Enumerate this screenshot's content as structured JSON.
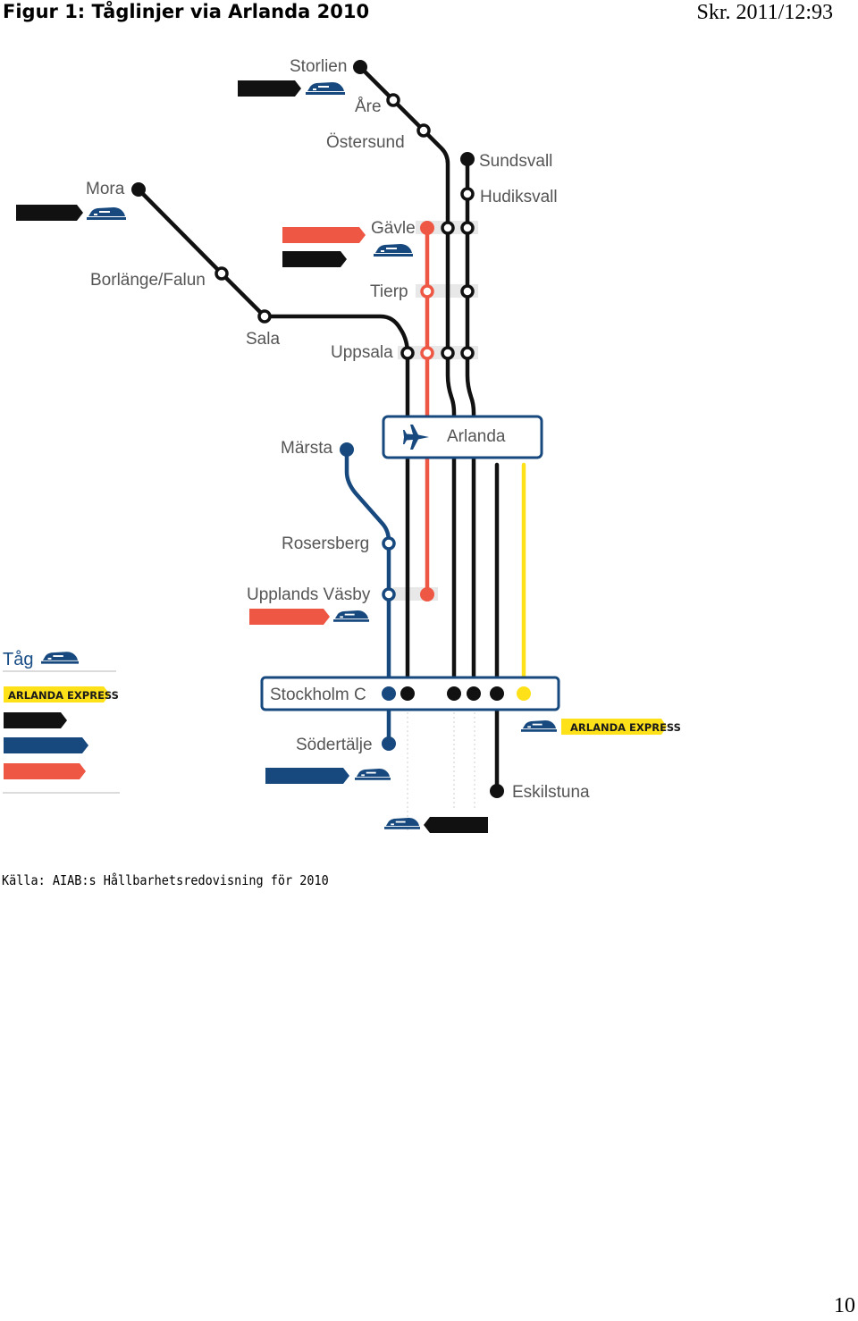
{
  "header": {
    "figure_title": "Figur 1: Tåglinjer via Arlanda 2010",
    "document_reference": "Skr. 2011/12:93"
  },
  "footer": {
    "source": "Källa: AIAB:s Hållbarhetsredovisning för 2010",
    "page_number": "10"
  },
  "colors": {
    "black_line": "#111111",
    "red_line": "#ee5744",
    "blue_line": "#17497f",
    "yellow_line": "#ffe11a",
    "label_grey": "#555555"
  },
  "stations": {
    "storlien": "Storlien",
    "are": "Åre",
    "ostersund": "Östersund",
    "sundsvall": "Sundsvall",
    "hudiksvall": "Hudiksvall",
    "mora": "Mora",
    "gavle": "Gävle",
    "borlange": "Borlänge/Falun",
    "tierp": "Tierp",
    "sala": "Sala",
    "uppsala": "Uppsala",
    "arlanda": "Arlanda",
    "marsta": "Märsta",
    "rosersberg": "Rosersberg",
    "upplands_vasby": "Upplands Väsby",
    "stockholm_c": "Stockholm C",
    "sodertalje": "Södertälje",
    "eskilstuna": "Eskilstuna"
  },
  "legend": {
    "title": "Tåg",
    "arlanda_express": "ARLANDA EXPRESS",
    "operator_icons": [
      "train-icon",
      "plane-icon"
    ]
  }
}
